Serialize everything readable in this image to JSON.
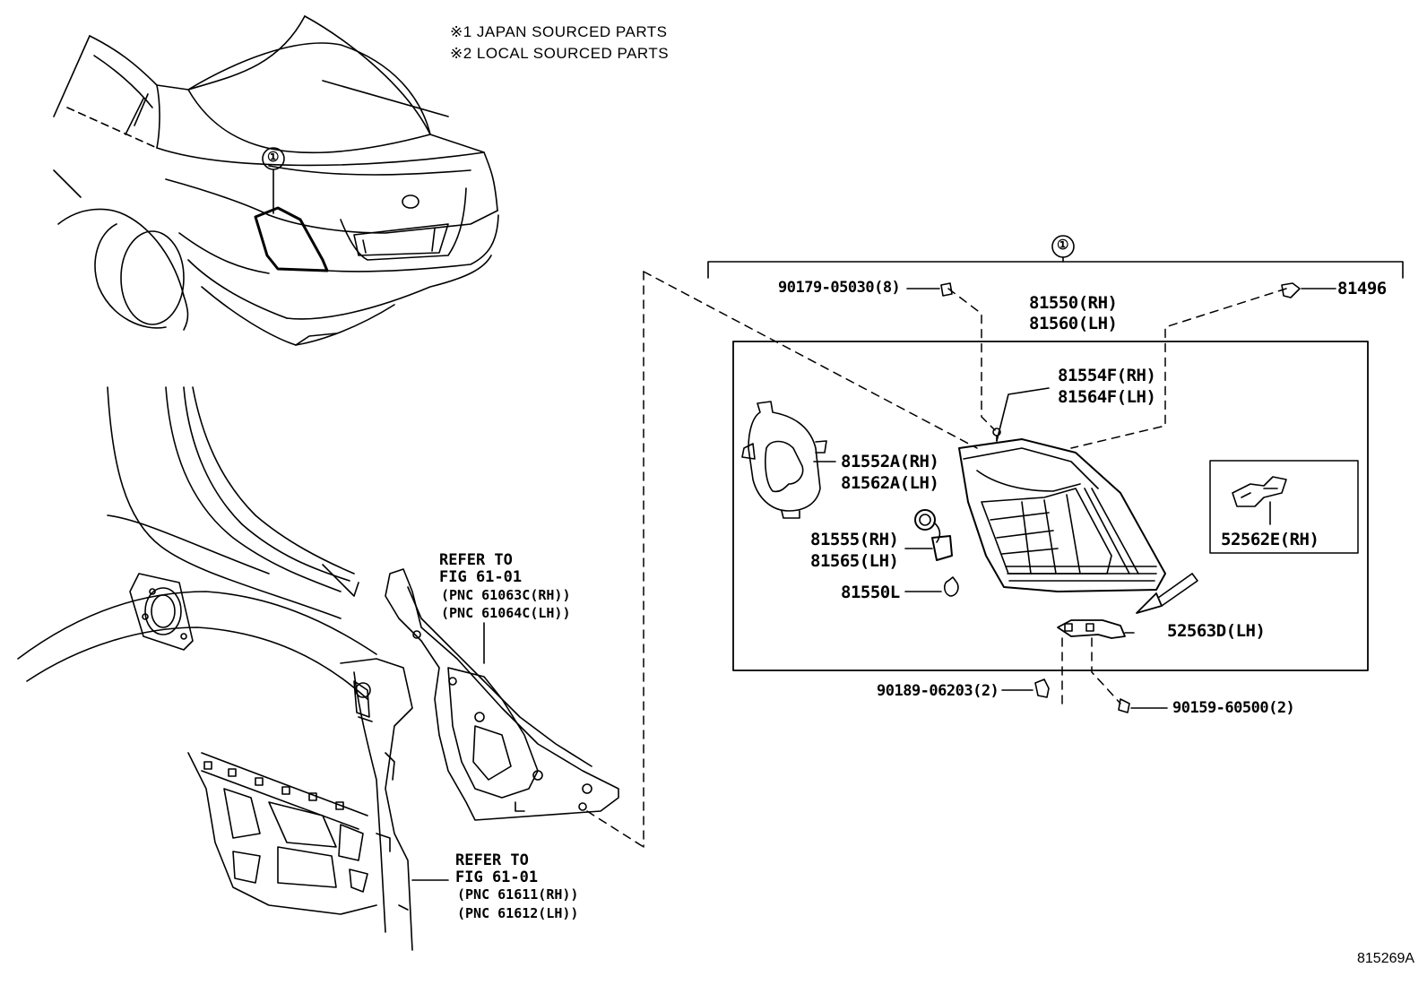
{
  "notes": {
    "note1": "※1 JAPAN SOURCED PARTS",
    "note2": "※2 LOCAL SOURCED PARTS"
  },
  "callout_symbol": "①",
  "parts": {
    "screw_8": "90179-05030(8)",
    "clip_81496": "81496",
    "lamp_rh": "81550(RH)",
    "lamp_lh": "81560(LH)",
    "gasket_rh": "81554F(RH)",
    "gasket_lh": "81564F(LH)",
    "socket_cover_rh": "81552A(RH)",
    "socket_cover_lh": "81562A(LH)",
    "socket_rh": "81555(RH)",
    "socket_lh": "81565(LH)",
    "bulb": "81550L",
    "bracket_rh": "52562E(RH)",
    "bracket_lh": "52563D(LH)",
    "nut_2": "90189-06203(2)",
    "screw_2": "90159-60500(2)"
  },
  "refs": {
    "ref1_line1": "REFER TO",
    "ref1_line2": "FIG 61-01",
    "ref1_pnc1": "(PNC 61063C(RH))",
    "ref1_pnc2": "(PNC 61064C(LH))",
    "ref2_line1": "REFER TO",
    "ref2_line2": "FIG 61-01",
    "ref2_pnc1": "(PNC 61611(RH))",
    "ref2_pnc2": "(PNC 61612(LH))"
  },
  "drawing_code": "815269A"
}
